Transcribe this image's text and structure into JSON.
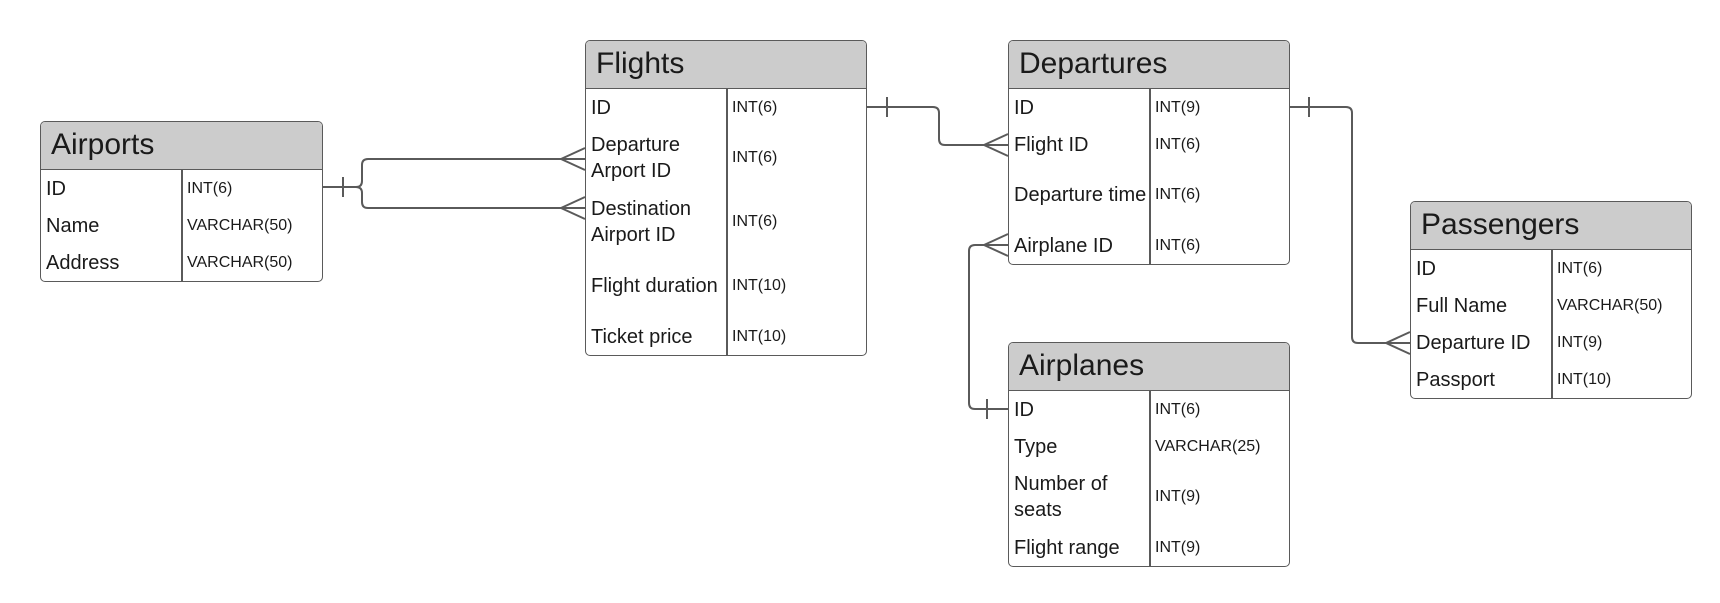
{
  "entities": [
    {
      "key": "airports",
      "title": "Airports",
      "fields": [
        {
          "name": "ID",
          "type": "INT(6)"
        },
        {
          "name": "Name",
          "type": "VARCHAR(50)"
        },
        {
          "name": "Address",
          "type": "VARCHAR(50)"
        }
      ]
    },
    {
      "key": "flights",
      "title": "Flights",
      "fields": [
        {
          "name": "ID",
          "type": "INT(6)"
        },
        {
          "name": "Departure Arport ID",
          "type": "INT(6)"
        },
        {
          "name": "Destination Airport ID",
          "type": "INT(6)"
        },
        {
          "name": "Flight duration",
          "type": "INT(10)"
        },
        {
          "name": "Ticket price",
          "type": "INT(10)"
        }
      ]
    },
    {
      "key": "departures",
      "title": "Departures",
      "fields": [
        {
          "name": "ID",
          "type": "INT(9)"
        },
        {
          "name": "Flight ID",
          "type": "INT(6)"
        },
        {
          "name": "Departure time",
          "type": "INT(6)"
        },
        {
          "name": "Airplane ID",
          "type": "INT(6)"
        }
      ]
    },
    {
      "key": "airplanes",
      "title": "Airplanes",
      "fields": [
        {
          "name": "ID",
          "type": "INT(6)"
        },
        {
          "name": "Type",
          "type": "VARCHAR(25)"
        },
        {
          "name": "Number of seats",
          "type": "INT(9)"
        },
        {
          "name": "Flight range",
          "type": "INT(9)"
        }
      ]
    },
    {
      "key": "passengers",
      "title": "Passengers",
      "fields": [
        {
          "name": "ID",
          "type": "INT(6)"
        },
        {
          "name": "Full Name",
          "type": "VARCHAR(50)"
        },
        {
          "name": "Departure ID",
          "type": "INT(9)"
        },
        {
          "name": "Passport",
          "type": "INT(10)"
        }
      ]
    }
  ],
  "relationships": [
    {
      "from": "airports.ID",
      "to": "flights.Departure Arport ID",
      "cardinality": "one-to-many"
    },
    {
      "from": "airports.ID",
      "to": "flights.Destination Airport ID",
      "cardinality": "one-to-many"
    },
    {
      "from": "flights.ID",
      "to": "departures.Flight ID",
      "cardinality": "one-to-many"
    },
    {
      "from": "airplanes.ID",
      "to": "departures.Airplane ID",
      "cardinality": "one-to-many"
    },
    {
      "from": "departures.ID",
      "to": "passengers.Departure ID",
      "cardinality": "one-to-many"
    }
  ]
}
